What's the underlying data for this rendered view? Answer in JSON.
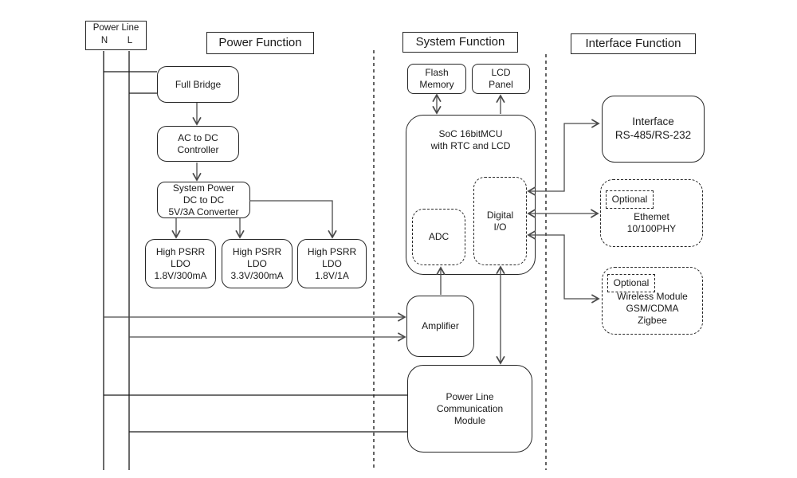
{
  "power_line": {
    "title": "Power Line",
    "n": "N",
    "l": "L"
  },
  "sections": {
    "power": "Power Function",
    "system": "System Function",
    "interface": "Interface Function"
  },
  "blocks": {
    "full_bridge": "Full Bridge",
    "ac_dc_controller": "AC to DC\nController",
    "system_power": "System Power\nDC to DC\n5V/3A Converter",
    "ldo_1v8_300ma": "High PSRR\nLDO\n1.8V/300mA",
    "ldo_3v3_300ma": "High PSRR\nLDO\n3.3V/300mA",
    "ldo_1v8_1a": "High PSRR\nLDO\n1.8V/1A",
    "flash_memory": "Flash\nMemory",
    "lcd_panel": "LCD\nPanel",
    "soc": "SoC 16bitMCU\nwith RTC and LCD",
    "adc": "ADC",
    "digital_io": "Digital\nI/O",
    "amplifier": "Amplifier",
    "plc_module": "Power Line\nCommunication\nModule",
    "interface_rs": "Interface\nRS-485/RS-232",
    "ethernet": "Ethemet\n10/100PHY",
    "ethernet_optional": "Optional",
    "wireless": "Wireless Module\nGSM/CDMA\nZigbee",
    "wireless_optional": "Optional"
  },
  "colors": {
    "background": "#ffffff",
    "border": "#262626",
    "rail": "#1a1a1a",
    "connector": "#4a4a4a"
  }
}
